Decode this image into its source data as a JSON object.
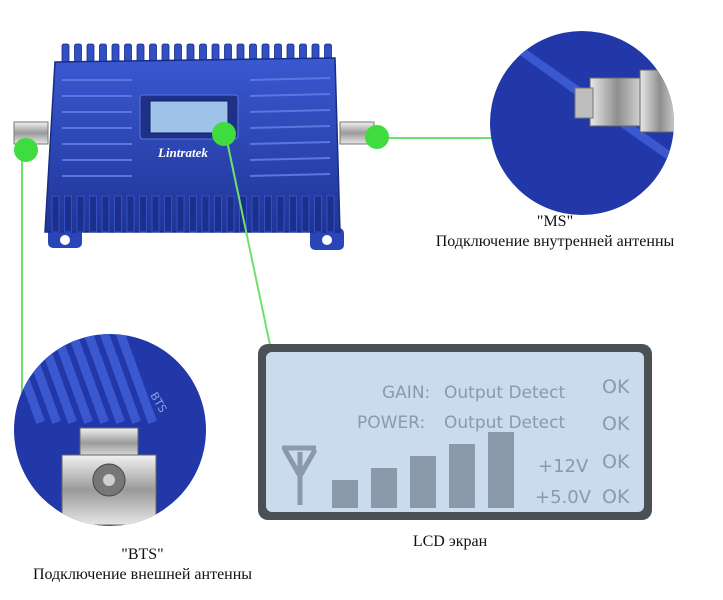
{
  "brand": "Lintratek",
  "lcd": {
    "rows": [
      {
        "label": "GAIN:",
        "value": "Output Detect",
        "status": "OK"
      },
      {
        "label": "POWER:",
        "value": "Output Detect",
        "status": "OK"
      },
      {
        "label": "",
        "value": "+12V",
        "status": "OK"
      },
      {
        "label": "",
        "value": "+5.0V",
        "status": "OK"
      }
    ],
    "signal_bars": 5
  },
  "labels": {
    "ms_port": "\"MS\"",
    "ms_desc": "Подключение внутренней антенны",
    "bts_port": "\"BTS\"",
    "bts_desc": "Подключение внешней антенны",
    "lcd_caption": "LCD экран",
    "bts_engraving": "BTS"
  },
  "colors": {
    "device_blue": "#2a45b8",
    "connector_marker": "#3fdc3f",
    "leader_line": "#6ee06e",
    "lcd_bg": "#c9dbed"
  }
}
